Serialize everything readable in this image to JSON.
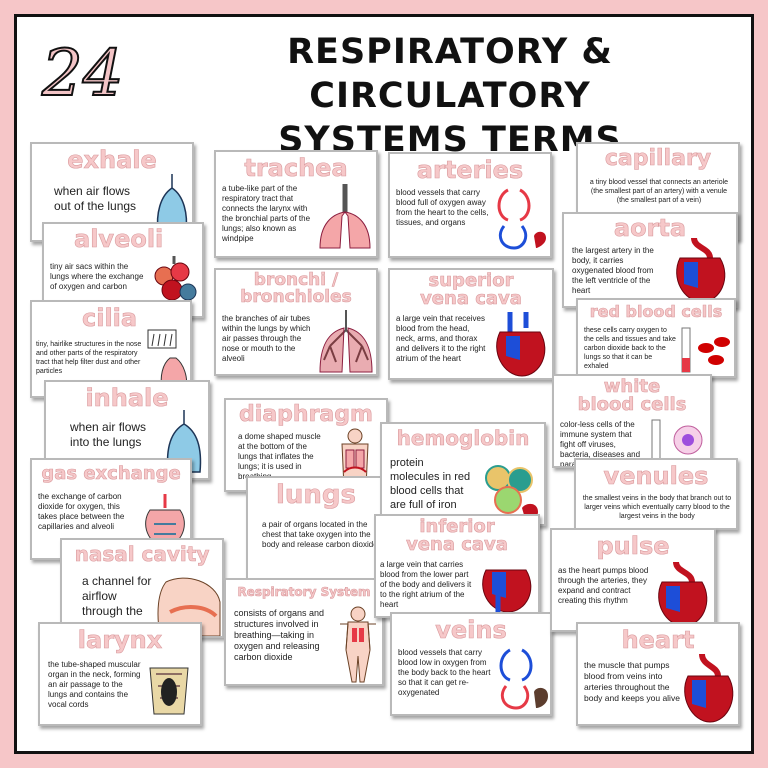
{
  "header": {
    "count": "24",
    "title_line1": "RESPIRATORY & CIRCULATORY",
    "title_line2": "SYSTEMS TERMS"
  },
  "colors": {
    "background": "#f6c6c8",
    "term_fill": "#f6c8c9",
    "term_outline": "#d99a9d"
  },
  "cards": {
    "exhale": {
      "term": "exhale",
      "def": "when air flows out of the lungs"
    },
    "alveoli": {
      "term": "alveoli",
      "def": "tiny air sacs within the lungs where the exchange of oxygen and carbon"
    },
    "cilia": {
      "term": "cilia",
      "def": "tiny, hairlike structures in the nose and other parts of the respiratory tract that help filter dust and other particles"
    },
    "inhale": {
      "term": "inhale",
      "def": "when air flows into the lungs"
    },
    "gas_exchange": {
      "term": "gas exchange",
      "def": "the exchange of carbon dioxide for oxygen, this takes place between the capillaries and alveoli"
    },
    "nasal_cavity": {
      "term": "nasal cavity",
      "def": "a channel for airflow through the nose"
    },
    "larynx": {
      "term": "larynx",
      "def": "the tube-shaped muscular organ in the neck, forming an air passage to the lungs and contains the vocal cords"
    },
    "trachea": {
      "term": "trachea",
      "def": "a tube-like part of the respiratory tract that connects the larynx with the bronchial parts of the lungs; also known as windpipe"
    },
    "bronchi": {
      "term_line1": "bronchi /",
      "term_line2": "bronchioles",
      "def": "the branches of air tubes within the lungs by which air passes through the nose or mouth to the alveoli"
    },
    "diaphragm": {
      "term": "diaphragm",
      "def": "a dome shaped muscle at the bottom of the lungs that inflates the lungs; it is used in breathing"
    },
    "lungs": {
      "term": "lungs",
      "def": "a pair of organs located in the chest that take oxygen into the body and release carbon dioxide"
    },
    "respiratory_system": {
      "term": "Respiratory System",
      "def": "consists of organs and structures involved in breathing—taking in oxygen and releasing carbon dioxide"
    },
    "arteries": {
      "term": "arteries",
      "def": "blood vessels that carry blood full of oxygen away from the heart to the cells, tissues, and organs"
    },
    "superior_vena_cava": {
      "term_line1": "superior",
      "term_line2": "vena cava",
      "def": "a large vein that receives blood from the head, neck, arms, and thorax and delivers it to the right atrium of the heart"
    },
    "hemoglobin": {
      "term": "hemoglobin",
      "def": "protein molecules in red blood cells that are full of iron"
    },
    "inferior_vena_cava": {
      "term_line1": "inferior",
      "term_line2": "vena cava",
      "def": "a large vein that carries blood from the lower part of the body and delivers it to the right atrium of the heart"
    },
    "veins": {
      "term": "veins",
      "def": "blood vessels that carry blood low in oxygen from the body back to the heart so that it can get re-oxygenated"
    },
    "capillary": {
      "term": "capillary",
      "def": "a tiny blood vessel that connects an arteriole (the smallest part of an artery) with a venule (the smallest part of a vein)"
    },
    "aorta": {
      "term": "aorta",
      "def": "the largest artery in the body, it carries oxygenated blood from the left ventricle of the heart"
    },
    "red_blood_cells": {
      "term": "red blood cells",
      "def": "these cells carry oxygen to the cells and tissues and take carbon dioxide back to the lungs so that it can be exhaled"
    },
    "white_blood_cells": {
      "term_line1": "white",
      "term_line2": "blood cells",
      "def": "color-less cells of the immune system that fight off viruses, bacteria, diseases and parasites"
    },
    "venules": {
      "term": "venules",
      "def": "the smallest veins in the body that branch out to larger veins which eventually carry blood to the largest veins in the body"
    },
    "pulse": {
      "term": "pulse",
      "def": "as the heart pumps blood through the arteries, they expand and contract creating this rhythm"
    },
    "heart": {
      "term": "heart",
      "def": "the muscle that pumps blood from veins into arteries throughout the body and keeps you alive"
    }
  }
}
